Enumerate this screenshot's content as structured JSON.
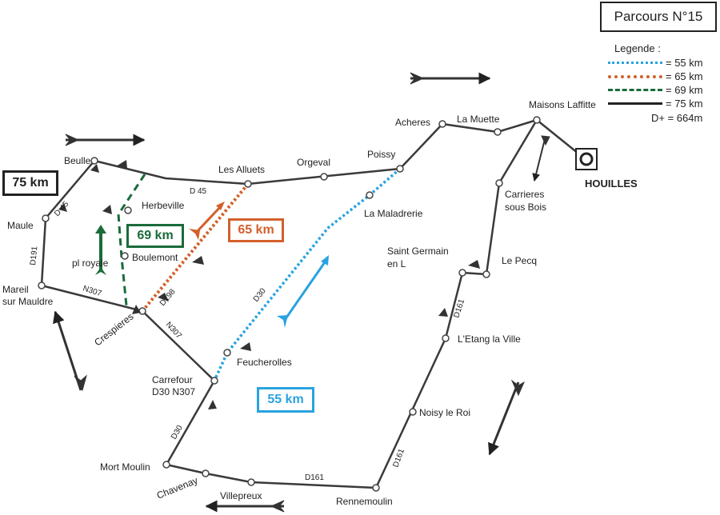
{
  "title": "Parcours N°15",
  "legend": {
    "title": "Legende :",
    "items": [
      {
        "label": "= 55 km",
        "color": "#29a3e0",
        "style": "dotted"
      },
      {
        "label": "= 65 km",
        "color": "#d2602b",
        "style": "dotted"
      },
      {
        "label": "= 69 km",
        "color": "#1a6b3a",
        "style": "dashed"
      },
      {
        "label": "= 75 km",
        "color": "#222222",
        "style": "solid"
      }
    ],
    "elevation": "D+ = 664m"
  },
  "distance_boxes": {
    "km75": "75 km",
    "km69": "69 km",
    "km65": "65 km",
    "km55": "55 km"
  },
  "start": "HOUILLES",
  "places": {
    "beulle": "Beulle",
    "maule": "Maule",
    "mareil": [
      "Mareil",
      "sur Mauldre"
    ],
    "herbeville": "Herbeville",
    "boulemont": "Boulemont",
    "pl_royale": "pl royale",
    "crespieres": "Crespieres",
    "les_alluets": "Les  Alluets",
    "orgeval": "Orgeval",
    "poissy": "Poissy",
    "acheres": "Acheres",
    "la_muette": "La Muette",
    "maisons_laffitte": "Maisons Laffitte",
    "carrieres": [
      "Carrieres",
      "sous Bois"
    ],
    "la_maladrerie": "La Maladrerie",
    "saint_germain": [
      "Saint Germain",
      "en L"
    ],
    "le_pecq": "Le Pecq",
    "letang": "L'Etang la Ville",
    "noisy": "Noisy le Roi",
    "feucherolles": "Feucherolles",
    "carrefour": [
      "Carrefour",
      "D30 N307"
    ],
    "mort_moulin": "Mort Moulin",
    "chavenay": "Chavenay",
    "villepreux": "Villepreux",
    "rennemoulin": "Rennemoulin"
  },
  "roads": {
    "d45_a": "D 45",
    "d45_b": "D 45",
    "d191": "D191",
    "n307_a": "N307",
    "n307_b": "N307",
    "d198": "D198",
    "d30_a": "D30",
    "d30_b": "D30",
    "d161_a": "D161",
    "d161_b": "D161",
    "d161_c": "D161"
  },
  "colors": {
    "route_55": "#29a3e0",
    "route_65": "#d2602b",
    "route_69": "#1a6b3a",
    "route_75": "#222222"
  }
}
